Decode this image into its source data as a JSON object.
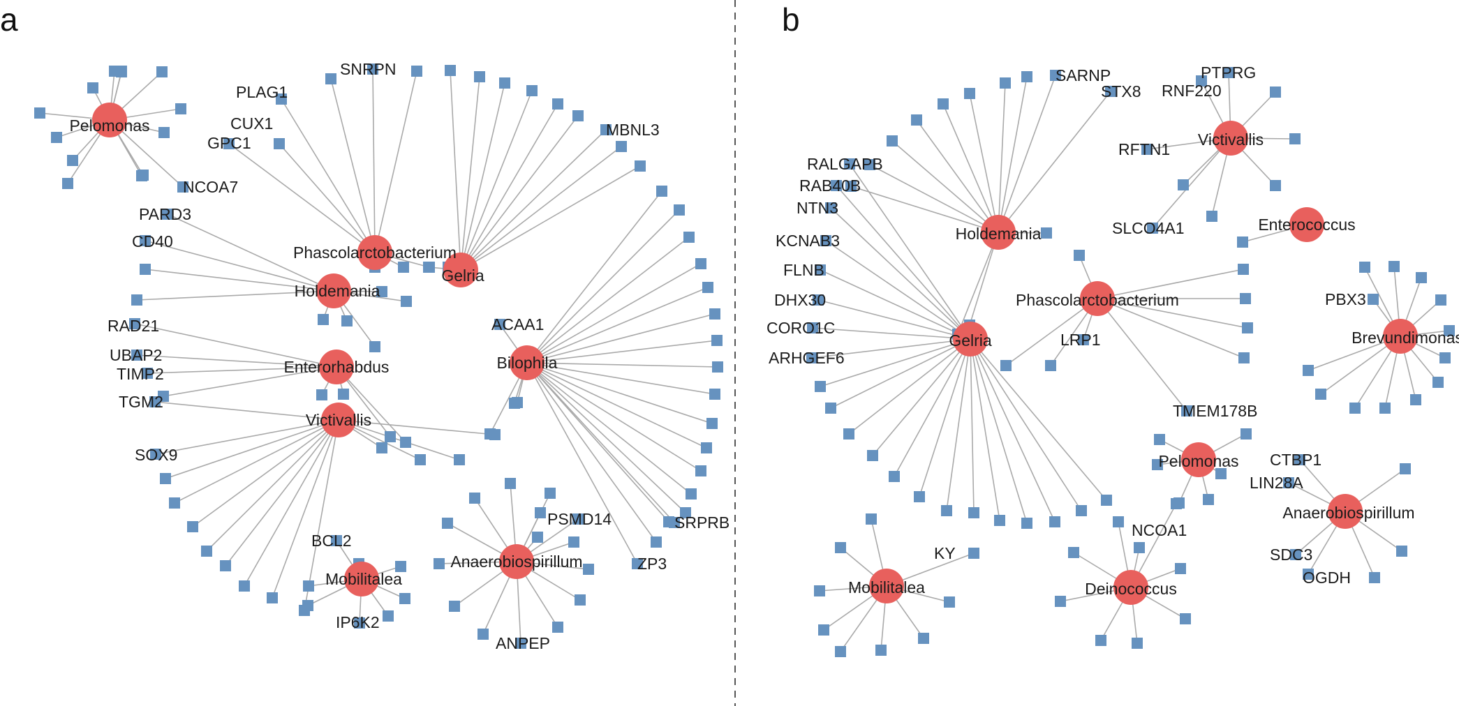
{
  "panels": [
    {
      "letter": "a",
      "hubs": [
        {
          "label": "Pelomonas",
          "genes": [
            "",
            "",
            "",
            "",
            "",
            "",
            "",
            "",
            "",
            "",
            "",
            "",
            "",
            "NCOA7"
          ]
        },
        {
          "label": "Phascolarctobacterium",
          "genes": [
            "PLAG1",
            "CUX1",
            "GPC1",
            "SNRPN",
            "",
            "",
            "",
            "",
            ""
          ]
        },
        {
          "label": "Gelria",
          "genes": [
            "",
            "",
            "",
            "",
            "",
            "",
            "",
            "",
            "MBNL3",
            "",
            "",
            ""
          ]
        },
        {
          "label": "Holdemania",
          "genes": [
            "PARD3",
            "CD40",
            "",
            "",
            "",
            "",
            "",
            "",
            ""
          ]
        },
        {
          "label": "Enterorhabdus",
          "genes": [
            "RAD21",
            "UBAP2",
            "TIMP2",
            "",
            "",
            "",
            "",
            ""
          ]
        },
        {
          "label": "Victivallis",
          "genes": [
            "TGM2",
            "SOX9",
            "",
            "",
            "",
            "",
            "",
            "",
            "",
            "",
            "",
            "",
            "",
            ""
          ]
        },
        {
          "label": "Bilophila",
          "genes": [
            "ACAA1",
            "",
            "",
            "",
            "",
            "",
            "",
            "",
            "",
            "",
            "",
            "",
            "",
            "",
            "",
            "",
            "",
            "",
            "",
            "SRPRB",
            "ZP3",
            ""
          ]
        },
        {
          "label": "Mobilitalea",
          "genes": [
            "BCL2",
            "IP6K2",
            "",
            "",
            "",
            "",
            "",
            ""
          ]
        },
        {
          "label": "Anaerobiospirillum",
          "genes": [
            "PSMD14",
            "ANPEP",
            "",
            "",
            "",
            "",
            "",
            "",
            "",
            "",
            "",
            "",
            "",
            "",
            ""
          ]
        }
      ]
    },
    {
      "letter": "b",
      "hubs": [
        {
          "label": "Holdemania",
          "genes": [
            "SARNP",
            "STX8",
            "",
            "",
            "",
            "",
            "",
            "",
            "",
            "",
            "",
            "",
            ""
          ]
        },
        {
          "label": "Victivallis",
          "genes": [
            "PTPRG",
            "RNF220",
            "RFTN1",
            "SLCO4A1",
            "",
            "",
            "",
            "",
            ""
          ]
        },
        {
          "label": "Enterococcus",
          "genes": [
            ""
          ]
        },
        {
          "label": "Phascolarctobacterium",
          "genes": [
            "LRP1",
            "TMEM178B",
            "",
            "",
            "",
            "",
            "",
            "",
            ""
          ]
        },
        {
          "label": "Gelria",
          "genes": [
            "RALGAPB",
            "RAB40B",
            "NTN3",
            "KCNAB3",
            "FLNB",
            "DHX30",
            "CORO1C",
            "ARHGEF6",
            "",
            "",
            "",
            "",
            "",
            "",
            "",
            "",
            "",
            "",
            "",
            "",
            ""
          ]
        },
        {
          "label": "Brevundimonas",
          "genes": [
            "PBX3",
            "",
            "",
            "",
            "",
            "",
            "",
            "",
            "",
            "",
            "",
            "",
            ""
          ]
        },
        {
          "label": "Pelomonas",
          "genes": [
            "",
            "",
            "",
            "",
            "",
            ""
          ]
        },
        {
          "label": "Anaerobiospirillum",
          "genes": [
            "CTBP1",
            "LIN28A",
            "SDC3",
            "OGDH",
            "",
            "",
            ""
          ]
        },
        {
          "label": "Mobilitalea",
          "genes": [
            "KY",
            "",
            "",
            "",
            "",
            "",
            "",
            "",
            ""
          ]
        },
        {
          "label": "Deinococcus",
          "genes": [
            "NCOA1",
            "",
            "",
            "",
            "",
            "",
            "",
            "",
            ""
          ]
        }
      ]
    }
  ],
  "colors": {
    "hub": "#e8605d",
    "gene": "#6692bf",
    "edge": "#a9a9a9"
  }
}
